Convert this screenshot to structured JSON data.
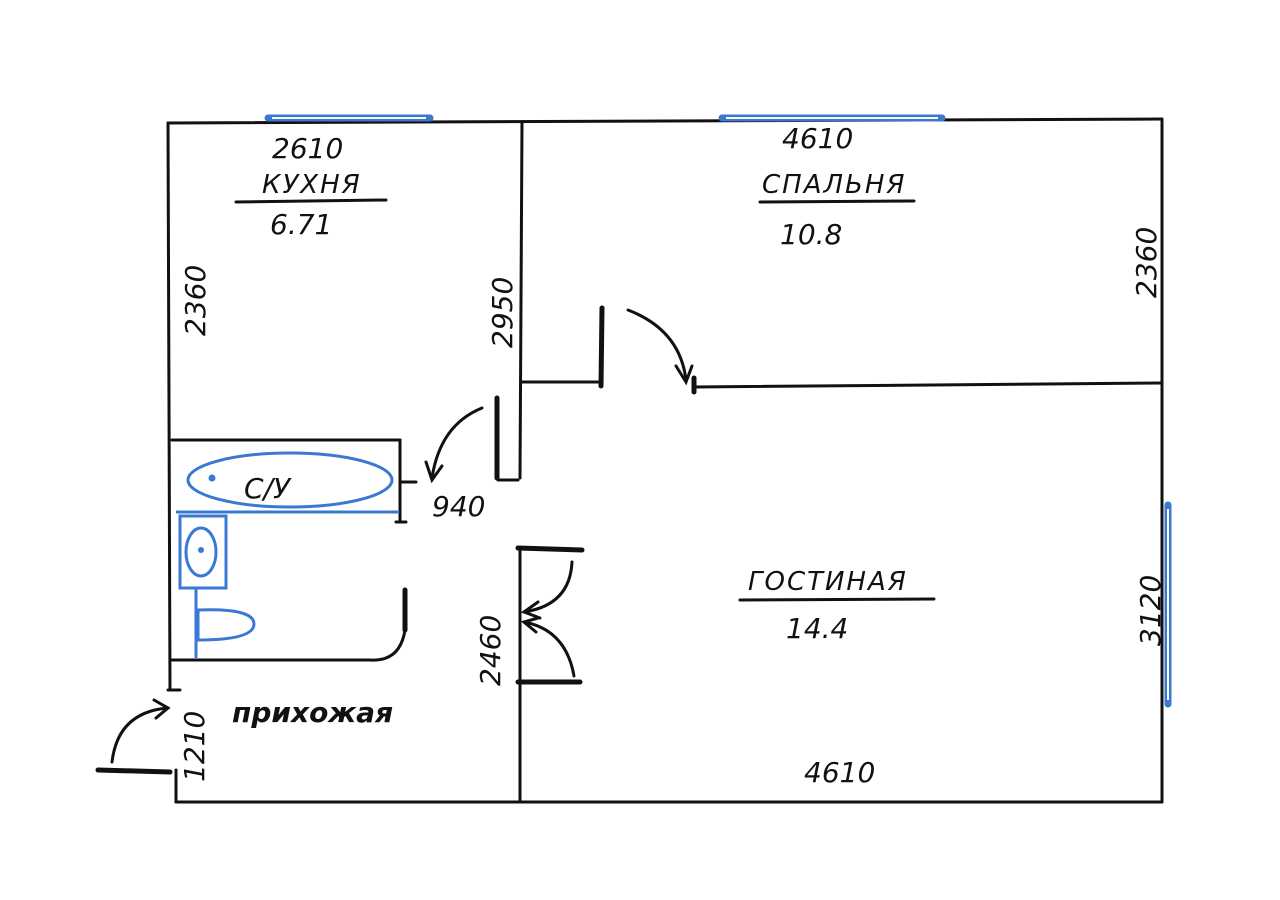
{
  "rooms": {
    "kitchen": {
      "name": "КУХНЯ",
      "area": "6.71",
      "width": "2610",
      "height": "2360"
    },
    "bedroom": {
      "name": "СПАЛЬНЯ",
      "area": "10.8",
      "width": "4610",
      "height": "2360"
    },
    "living": {
      "name": "ГОСТИНАЯ",
      "area": "14.4",
      "width": "4610",
      "height": "3120"
    },
    "hallway": {
      "name": "прихожая",
      "width": "1210"
    },
    "bathroom": {
      "label": "С/У"
    }
  },
  "dimensions": {
    "kitchen_partition": "2950",
    "bath_door_gap": "940",
    "corridor": "2460"
  },
  "colors": {
    "wall": "#111111",
    "fixture": "#3a78d4"
  }
}
